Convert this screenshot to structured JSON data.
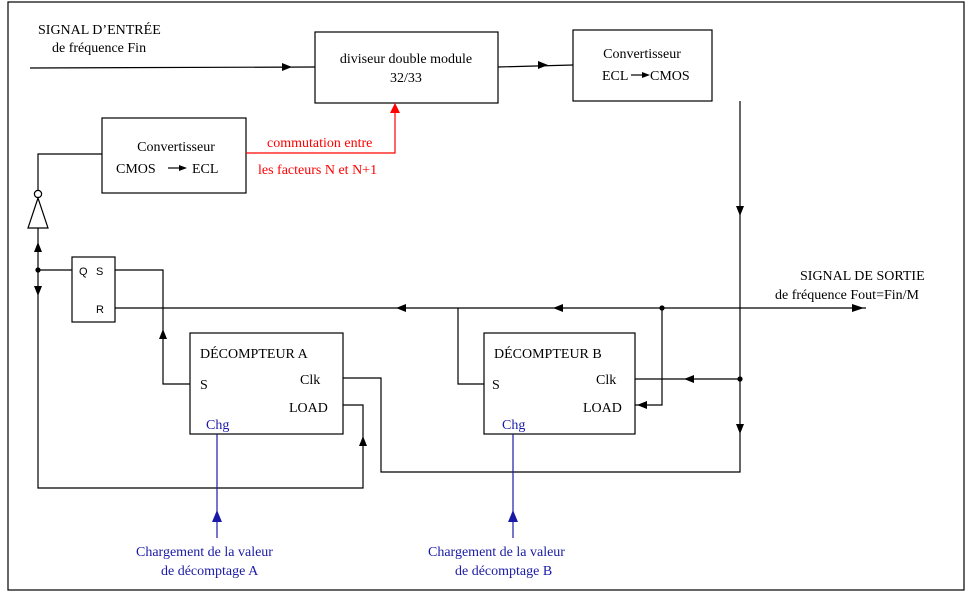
{
  "colors": {
    "line": "#000000",
    "switch_signal": "#ff0000",
    "load_value": "#1a1aa6"
  },
  "input_signal": {
    "line1": "SIGNAL D’ENTRÉE",
    "line2": "de fréquence Fin"
  },
  "prescaler": {
    "line1": "diviseur double module",
    "line2": "32/33"
  },
  "conv_ecl_cmos": {
    "line1": "Convertisseur",
    "line2": "ECL",
    "line2b": "CMOS"
  },
  "conv_cmos_ecl": {
    "line1": "Convertisseur",
    "line2": "CMOS",
    "line2b": "ECL"
  },
  "switch_label": {
    "line1": "commutation entre",
    "line2": "les facteurs N et N+1"
  },
  "output_signal": {
    "line1": "SIGNAL DE SORTIE",
    "line2": "de fréquence Fout=Fin/M"
  },
  "flipflop": {
    "q": "Q",
    "s": "S",
    "r": "R"
  },
  "counter_a": {
    "title": "DÉCOMPTEUR A",
    "s": "S",
    "clk": "Clk",
    "load": "LOAD",
    "chg": "Chg"
  },
  "counter_b": {
    "title": "DÉCOMPTEUR B",
    "s": "S",
    "clk": "Clk",
    "load": "LOAD",
    "chg": "Chg"
  },
  "load_a": {
    "line1": "Chargement de la valeur",
    "line2": "de décomptage A"
  },
  "load_b": {
    "line1": "Chargement de la valeur",
    "line2": "de décomptage B"
  }
}
